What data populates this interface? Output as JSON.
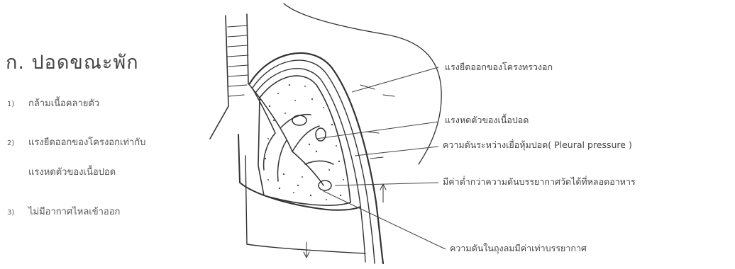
{
  "heading": "ก. ปอดขณะพัก",
  "list": [
    {
      "num": "1)",
      "text": "กล้ามเนื้อคลายตัว"
    },
    {
      "num": "2)",
      "text": "แรงยืดออกของโครงอกเท่ากับ",
      "text2": "แรงหดตัวของเนื้อปอด"
    },
    {
      "num": "3)",
      "text": "ไม่มีอากาศไหลเข้าออก"
    }
  ],
  "labels": {
    "chest_wall": "แรงยืดออกของโครงทรวงอก",
    "lung_recoil": "แรงหดตัวของเนื้อปอด",
    "pleural_pressure": "ความดันระหว่างเยื่อหุ้มปอด( Pleural pressure )",
    "pleural_note": "มีค่าต่ำกว่าความดันบรรยากาศวัดได้ที่หลอดอาหาร",
    "alveolar_pressure": "ความดันในถุงลมมีค่าเท่าบรรยากาศ"
  }
}
